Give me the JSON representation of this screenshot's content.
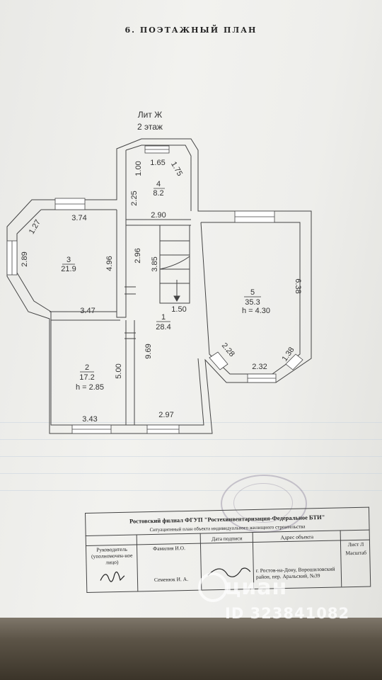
{
  "page": {
    "title": "6. ПОЭТАЖНЫЙ ПЛАН",
    "liter": "Лит Ж",
    "floor": "2 этаж"
  },
  "rooms": [
    {
      "number": "1",
      "area": "28.4"
    },
    {
      "number": "2",
      "area": "17.2",
      "height": "h = 2.85"
    },
    {
      "number": "3",
      "area": "21.9"
    },
    {
      "number": "4",
      "area": "8.2"
    },
    {
      "number": "5",
      "area": "35.3",
      "height": "h = 4.30"
    }
  ],
  "dimensions": [
    "1.65",
    "1.00",
    "1.75",
    "2.25",
    "2.90",
    "3.74",
    "1.27",
    "2.89",
    "4.96",
    "2.96",
    "3.85",
    "3.47",
    "1.50",
    "9.69",
    "5.00",
    "3.43",
    "2.97",
    "6.38",
    "2.28",
    "1.38",
    "2.32"
  ],
  "title_block": {
    "organization": "Ростовский филиал ФГУП \"Ростехинвентаризация-Федеральное БТИ\"",
    "subtitle": "Ситуационный план объекта индивидуального жилищного строительства",
    "col_head": "Руководитель (уполномочен-ное лицо)",
    "col_name": "Фамилия И.О.",
    "col_date": "Дата подписи",
    "col_address": "Адрес объекта",
    "col_sheet": "Лист  Л",
    "col_scale": "Масштаб",
    "name_value": "Семенюк И. А.",
    "address_value": "г. Ростов-на-Дону, Ворошиловский район, пер. Аральский, №39"
  },
  "watermark": {
    "brand": "циан",
    "id": "ID 323841082"
  }
}
